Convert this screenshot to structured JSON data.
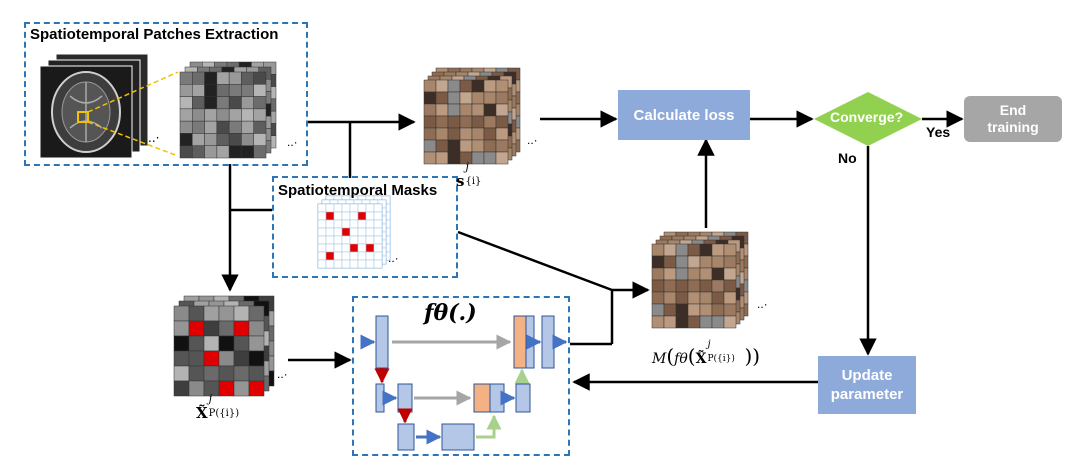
{
  "titles": {
    "extraction": "Spatiotemporal Patches Extraction",
    "masks": "Spatiotemporal Masks"
  },
  "process": {
    "calculate_loss": "Calculate loss",
    "converge": "Converge?",
    "end_training_line1": "End",
    "end_training_line2": "training",
    "update_line1": "Update",
    "update_line2": "parameter"
  },
  "branches": {
    "yes": "Yes",
    "no": "No"
  },
  "math": {
    "s_main": "s",
    "s_sup": "j",
    "s_sub": "{i}",
    "x_main": "X̃",
    "x_sup": "j",
    "x_sub": "P({i})",
    "f_label": "fθ(.)",
    "m_prefix": "M",
    "m_f": "fθ",
    "m_x": "X̃",
    "m_sup": "j",
    "m_sub": "P({i})"
  },
  "colors": {
    "dashed_border": "#2e75b6",
    "process_box": "#8eaadb",
    "converge_diamond": "#92d050",
    "end_box": "#a6a6a6",
    "mask_red": "#e00000",
    "network_blue": "#b4c7e7",
    "network_orange": "#f4b183",
    "arrow_blue": "#4472c4",
    "arrow_red": "#c00000",
    "arrow_green": "#a9d18e",
    "arrow_gray": "#a6a6a6"
  }
}
